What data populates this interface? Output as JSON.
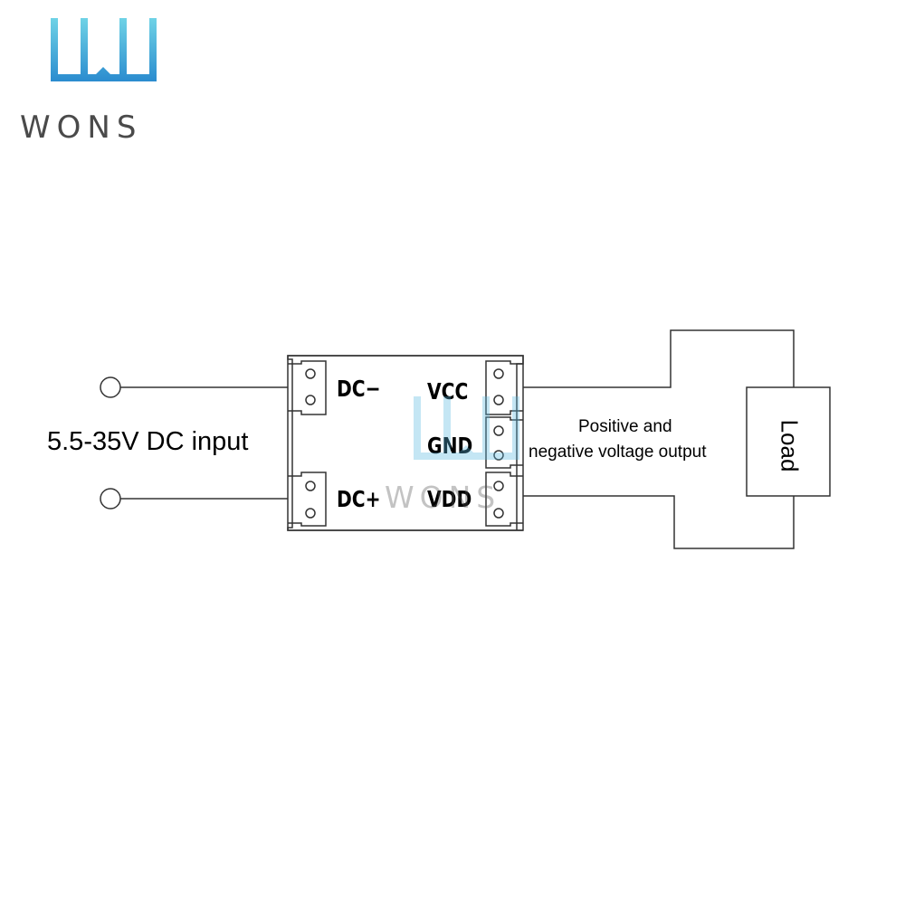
{
  "brand": {
    "name": "WONS",
    "colors": {
      "logo_top": "#5ac8e0",
      "logo_bottom": "#2a8fd0",
      "text": "#4a4a4a"
    }
  },
  "diagram": {
    "input_label": "5.5-35V DC input",
    "module_pins": {
      "dc_minus": "DC−",
      "dc_plus": "DC+",
      "vcc": "VCC",
      "gnd": "GND",
      "vdd": "VDD"
    },
    "output_label_line1": "Positive and",
    "output_label_line2": "negative voltage output",
    "load_label": "Load"
  },
  "watermark": {
    "text": "WONS"
  }
}
